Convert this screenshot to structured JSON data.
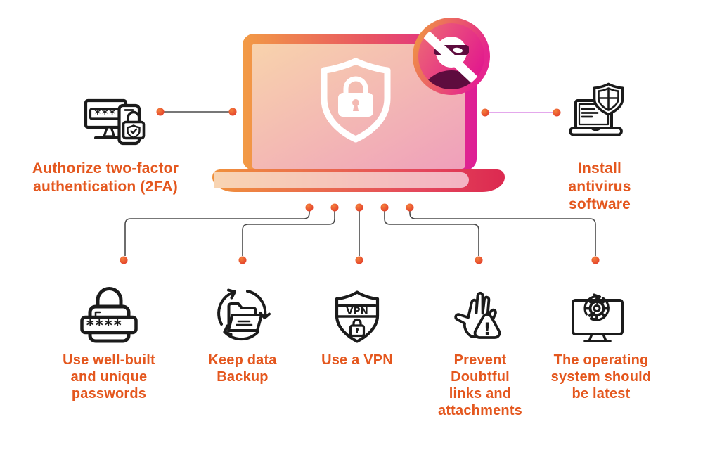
{
  "palette": {
    "accent_text": "#E4571E",
    "connector_dark": "#4A4A4A",
    "connector_pink": "#DC8CE6",
    "dot_orange": "#F4813C",
    "dot_red": "#E03327",
    "gradient_orange": "#F29B45",
    "gradient_red": "#E85463",
    "gradient_magenta": "#DE1E96",
    "badge_dark": "#5E0C3E"
  },
  "center": {
    "description": "laptop with security shield padlock and blocked-hacker badge"
  },
  "nodes": {
    "two_factor": {
      "label": "Authorize two-factor\nauthentication (2FA)"
    },
    "antivirus": {
      "label": "Install\nantivirus software"
    },
    "passwords": {
      "label": "Use well-built\nand unique\npasswords"
    },
    "backup": {
      "label": "Keep data\nBackup"
    },
    "vpn": {
      "label": "Use a VPN"
    },
    "doubtful_links": {
      "label": "Prevent\nDoubtful\nlinks and\nattachments"
    },
    "os_update": {
      "label": "The operating\nsystem should\nbe latest"
    }
  },
  "icon_texts": {
    "vpn_badge": "VPN",
    "monitor_password": "***",
    "lock_password": "****_",
    "warning_mark": "!"
  }
}
